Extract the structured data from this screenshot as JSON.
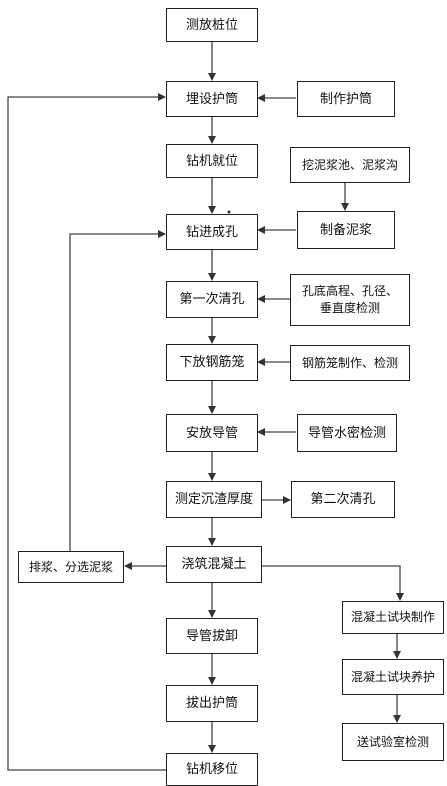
{
  "steps": {
    "s1": "测放桩位",
    "s2": "埋设护筒",
    "s3": "钻机就位",
    "s4": "钻进成孔",
    "s5": "第一次清孔",
    "s6": "下放钢筋笼",
    "s7": "安放导管",
    "s8": "测定沉渣厚度",
    "s9": "浇筑混凝土",
    "s10": "导管拔卸",
    "s11": "拔出护筒",
    "s12": "钻机移位"
  },
  "side": {
    "make_casing": "制作护筒",
    "dig_pit": "挖泥浆池、泥浆沟",
    "prep_slurry": "制备泥浆",
    "hole_check": "孔底高程、孔径、\n垂直度检测",
    "cage_make": "钢筋笼制作、检测",
    "pipe_test": "导管水密检测",
    "clean2": "第二次清孔",
    "slurry_out": "排浆、分选泥浆",
    "cube_make": "混凝土试块制作",
    "cube_cure": "混凝土试块养护",
    "lab_test": "送试验室检测"
  }
}
